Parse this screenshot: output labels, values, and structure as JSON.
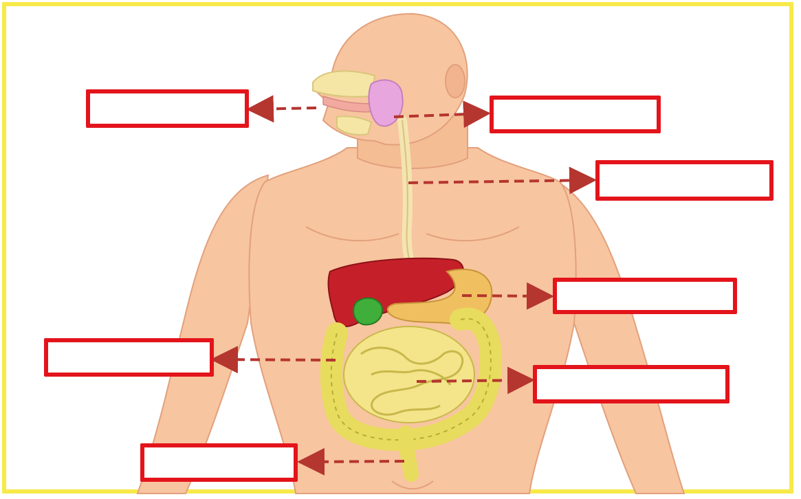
{
  "diagram": {
    "frame_color": "#f7e94a",
    "box_color": "#e3141b",
    "arrow_color": "#b5352f",
    "skin_color": "#f7c59f",
    "labels": [
      {
        "id": "label-1",
        "text": ""
      },
      {
        "id": "label-2",
        "text": ""
      },
      {
        "id": "label-3",
        "text": ""
      },
      {
        "id": "label-4",
        "text": ""
      },
      {
        "id": "label-5",
        "text": ""
      },
      {
        "id": "label-6",
        "text": ""
      },
      {
        "id": "label-7",
        "text": ""
      }
    ]
  }
}
